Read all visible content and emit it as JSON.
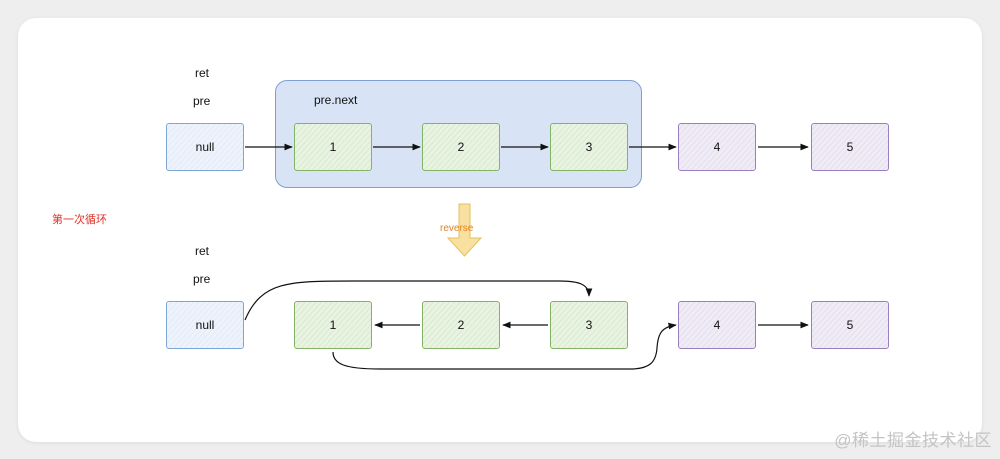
{
  "top": {
    "ret_label": "ret",
    "pre_label": "pre",
    "group_label": "pre.next",
    "nodes": [
      "null",
      "1",
      "2",
      "3",
      "4",
      "5"
    ]
  },
  "loop_label": "第一次循环",
  "reverse_label": "reverse",
  "bottom": {
    "ret_label": "ret",
    "pre_label": "pre",
    "nodes": [
      "null",
      "1",
      "2",
      "3",
      "4",
      "5"
    ]
  },
  "watermark": "@稀土掘金技术社区",
  "colors": {
    "group_fill": "#d8e4f6",
    "null_node": "#7ea6d8",
    "reversed_nodes": "#82b366",
    "remaining_nodes": "#9a7fbf",
    "reverse_arrow": "#f5d57a",
    "loop_label": "#e0322a"
  }
}
